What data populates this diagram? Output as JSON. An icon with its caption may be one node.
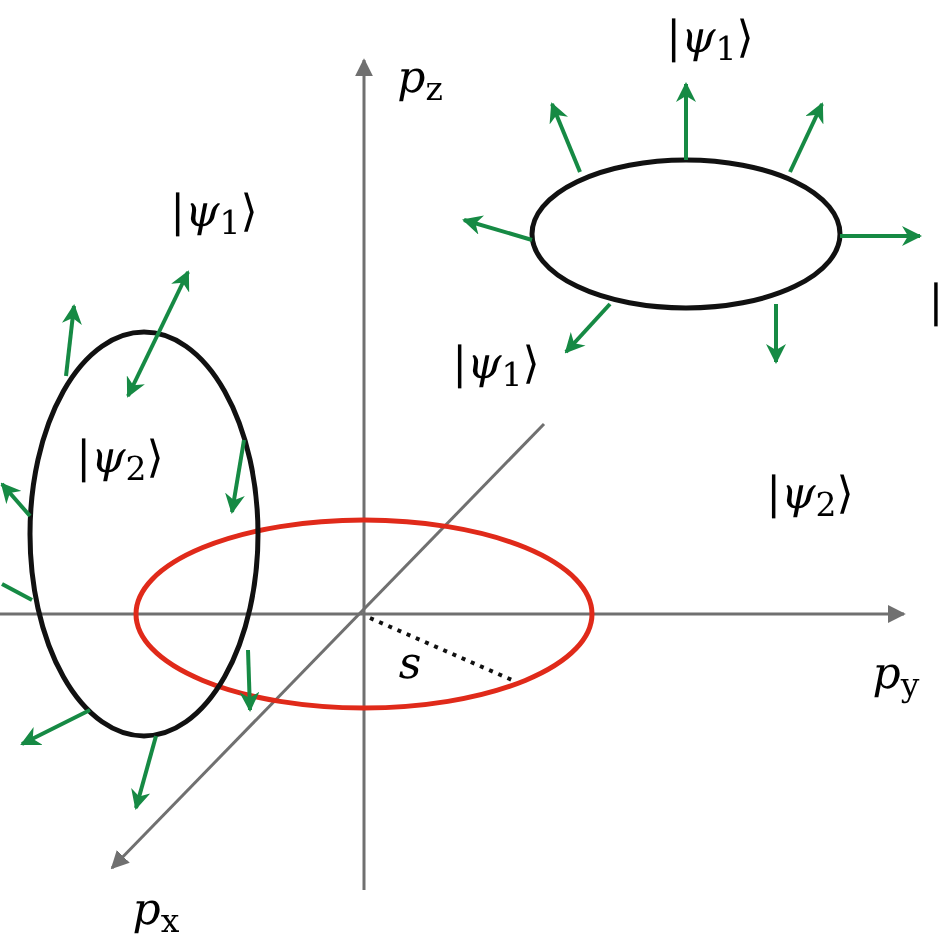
{
  "diagram": {
    "labels": [
      "*p*$_{z}$",
      "|*ψ*$_{1}$⟩",
      "|",
      "|*ψ*$_{1}$⟩",
      "|*ψ*$_{1}$⟩",
      "|*ψ*$_{2}$⟩",
      "|*ψ*$_{2}$⟩",
      "*s*",
      "*p*$_{y}$",
      "*p*$_{x}$"
    ]
  }
}
